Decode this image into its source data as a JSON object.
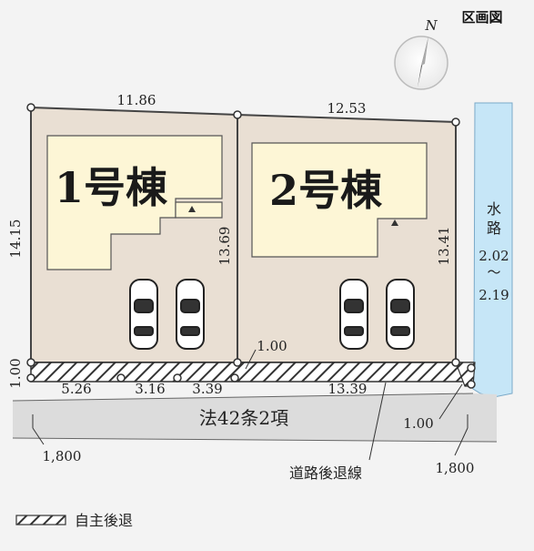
{
  "title": "区画図",
  "compass": {
    "label": "N",
    "icon": "north-arrow-icon"
  },
  "lots": [
    {
      "name": "1号棟",
      "top": "11.86",
      "left": "14.15",
      "right": "13.69",
      "bottom_left_setback": "1.00"
    },
    {
      "name": "2号棟",
      "top": "12.53",
      "right": "13.41",
      "setback_label": "1.00"
    }
  ],
  "bottom_segments": [
    "5.26",
    "3.16",
    "3.39",
    "13.39"
  ],
  "waterway": {
    "label_1": "水",
    "label_2": "路",
    "width_1": "2.02",
    "tilde": "～",
    "width_2": "2.19"
  },
  "road": {
    "label": "法42条2項",
    "right_setback": "1.00"
  },
  "road_widths": {
    "left": "1,800",
    "right": "1,800"
  },
  "setback_line_label": "道路後退線",
  "legend": {
    "label": "自主後退"
  },
  "colors": {
    "lot": "#e9dfd3",
    "house": "#fdf6d6",
    "road": "#dcdcdc",
    "water": "#c6e6f7",
    "outline": "#444444"
  }
}
